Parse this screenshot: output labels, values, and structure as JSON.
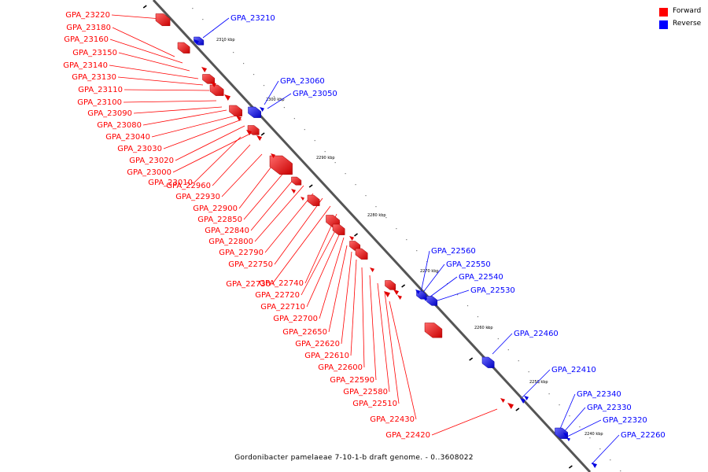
{
  "caption": "Gordonibacter pamelaeae 7-10-1-b draft genome. - 0..3608022",
  "legend": [
    {
      "label": "Forward",
      "color": "#ff0000"
    },
    {
      "label": "Reverse",
      "color": "#0000ff"
    }
  ],
  "colors": {
    "forward": "#ff0000",
    "reverse": "#0000ff",
    "backbone": "#555555"
  },
  "ticks": [
    "2310 kbp",
    "2300 kbp",
    "2290 kbp",
    "2280 kbp",
    "2270 kbp",
    "2260 kbp",
    "2250 kbp",
    "2240 kbp"
  ],
  "forward_genes": [
    "GPA_23220",
    "GPA_23180",
    "GPA_23160",
    "GPA_23150",
    "GPA_23140",
    "GPA_23130",
    "GPA_23110",
    "GPA_23100",
    "GPA_23090",
    "GPA_23080",
    "GPA_23040",
    "GPA_23030",
    "GPA_23020",
    "GPA_23000",
    "GPA_23010",
    "GPA_22960",
    "GPA_22930",
    "GPA_22900",
    "GPA_22850",
    "GPA_22840",
    "GPA_22800",
    "GPA_22790",
    "GPA_22750",
    "GPA_22730",
    "GPA_22740",
    "GPA_22720",
    "GPA_22710",
    "GPA_22700",
    "GPA_22650",
    "GPA_22620",
    "GPA_22610",
    "GPA_22600",
    "GPA_22590",
    "GPA_22580",
    "GPA_22510",
    "GPA_22430",
    "GPA_22420"
  ],
  "reverse_genes": [
    "GPA_23210",
    "GPA_23060",
    "GPA_23050",
    "GPA_22560",
    "GPA_22550",
    "GPA_22540",
    "GPA_22530",
    "GPA_22460",
    "GPA_22410",
    "GPA_22340",
    "GPA_22330",
    "GPA_22320",
    "GPA_22260"
  ]
}
